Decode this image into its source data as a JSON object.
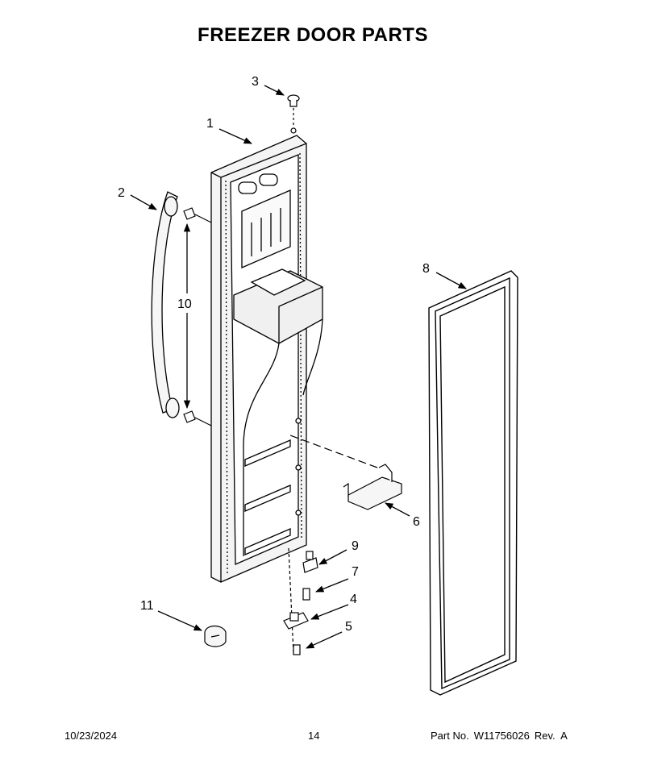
{
  "title": "FREEZER DOOR PARTS",
  "callouts": [
    {
      "id": "1",
      "label": "1"
    },
    {
      "id": "2",
      "label": "2"
    },
    {
      "id": "3",
      "label": "3"
    },
    {
      "id": "4",
      "label": "4"
    },
    {
      "id": "5",
      "label": "5"
    },
    {
      "id": "6",
      "label": "6"
    },
    {
      "id": "7",
      "label": "7"
    },
    {
      "id": "8",
      "label": "8"
    },
    {
      "id": "9",
      "label": "9"
    },
    {
      "id": "10",
      "label": "10"
    },
    {
      "id": "11",
      "label": "11"
    }
  ],
  "footer": {
    "date": "10/23/2024",
    "page": "14",
    "part_label": "Part No.",
    "part_number": "W11756026",
    "revision": "Rev.  A"
  }
}
